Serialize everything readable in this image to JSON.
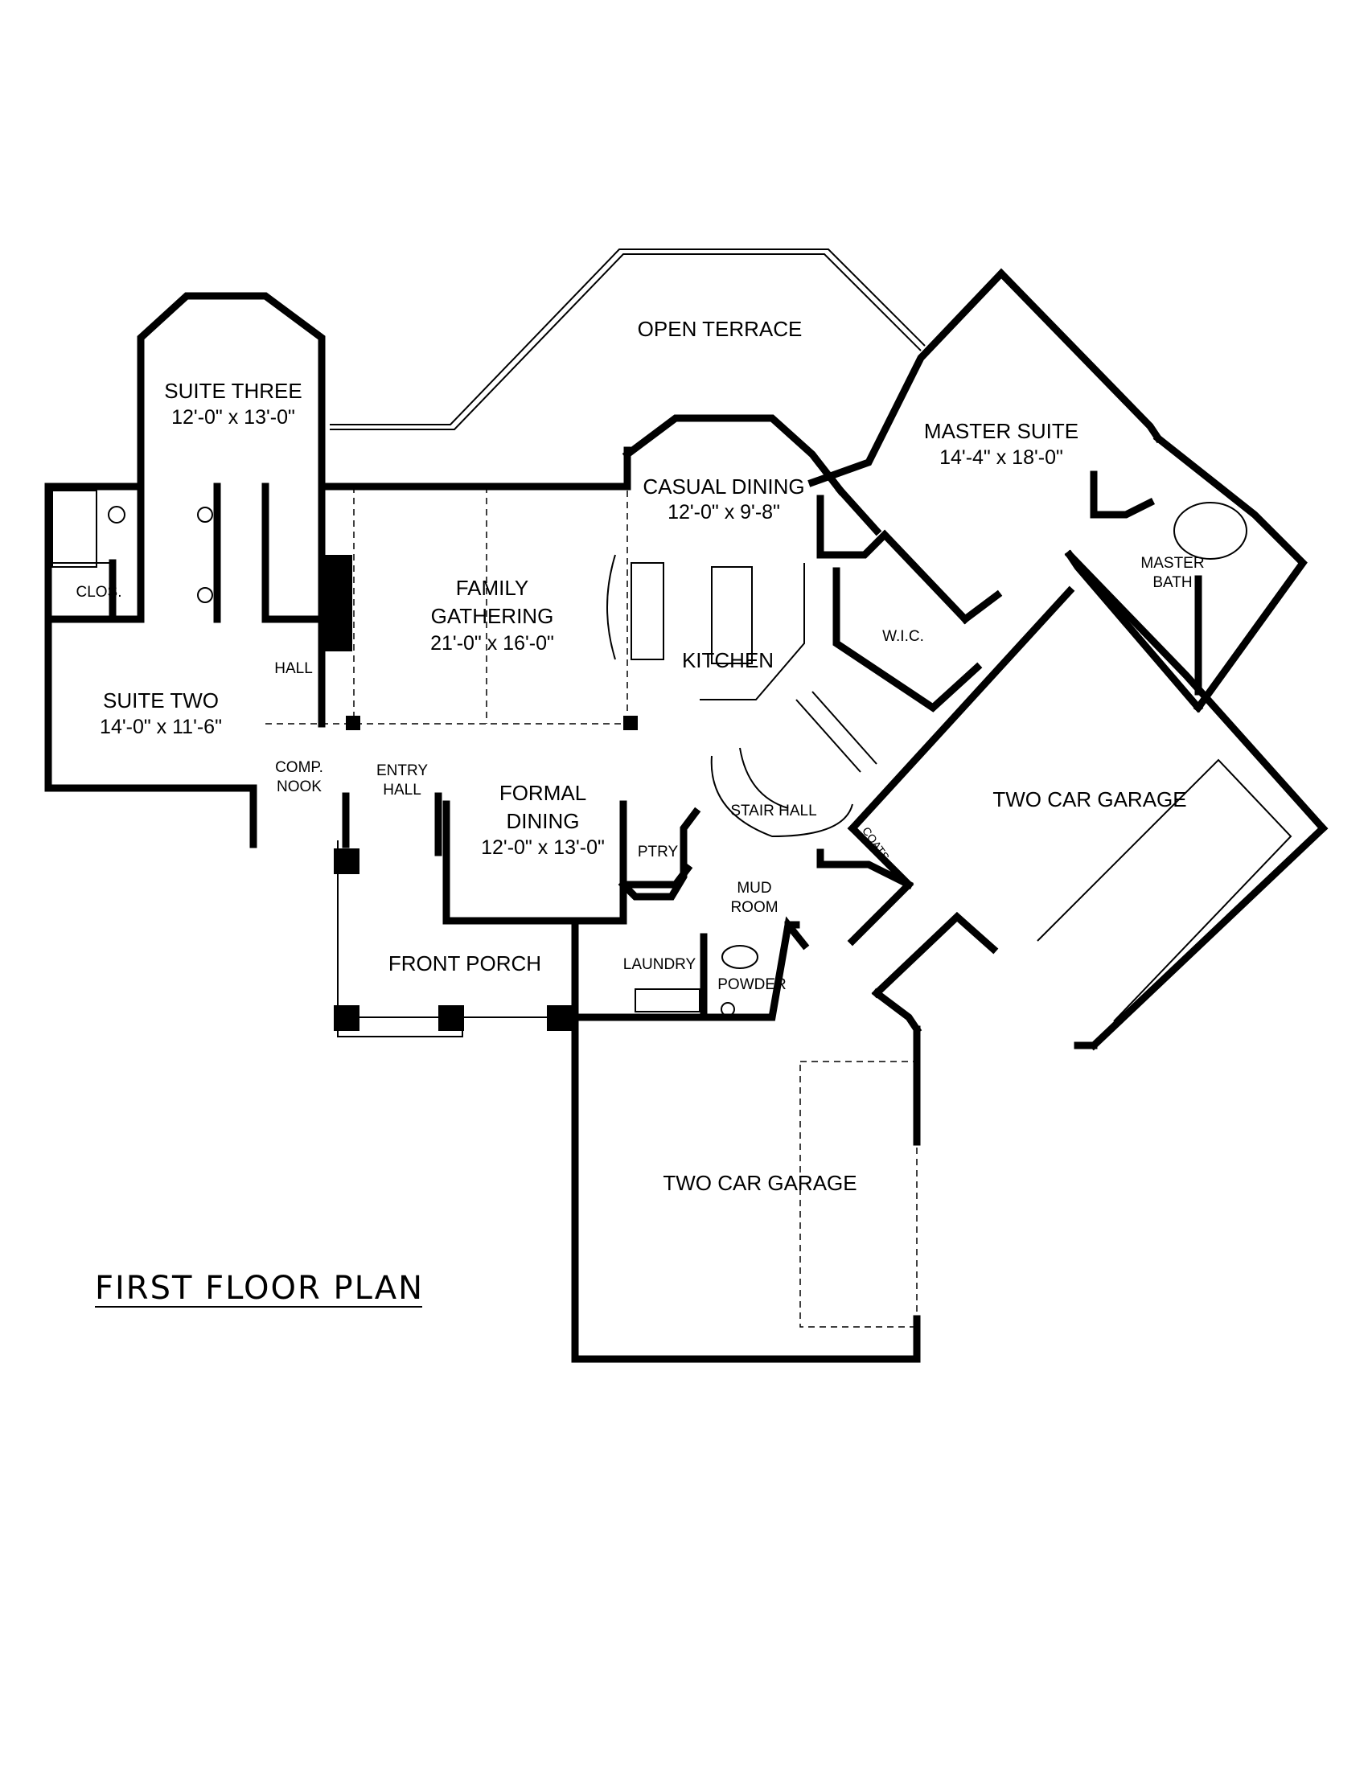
{
  "title": "FIRST FLOOR PLAN",
  "rooms": {
    "open_terrace": {
      "name": "OPEN TERRACE"
    },
    "suite_three": {
      "name": "SUITE THREE",
      "dim": "12'-0\" x 13'-0\""
    },
    "family_gathering": {
      "name_line1": "FAMILY",
      "name_line2": "GATHERING",
      "dim": "21'-0\" x 16'-0\""
    },
    "casual_dining": {
      "name": "CASUAL DINING",
      "dim": "12'-0\" x 9'-8\""
    },
    "master_suite": {
      "name": "MASTER SUITE",
      "dim": "14'-4\" x 18'-0\""
    },
    "master_bath": {
      "name_line1": "MASTER",
      "name_line2": "BATH"
    },
    "closet": {
      "name": "CLOS."
    },
    "hall": {
      "name": "HALL"
    },
    "kitchen": {
      "name": "KITCHEN"
    },
    "wic": {
      "name": "W.I.C."
    },
    "suite_two": {
      "name": "SUITE TWO",
      "dim": "14'-0\" x 11'-6\""
    },
    "comp_nook": {
      "name_line1": "COMP.",
      "name_line2": "NOOK"
    },
    "entry_hall": {
      "name_line1": "ENTRY",
      "name_line2": "HALL"
    },
    "formal_dining": {
      "name_line1": "FORMAL",
      "name_line2": "DINING",
      "dim": "12'-0\" x 13'-0\""
    },
    "stair_hall": {
      "name": "STAIR HALL"
    },
    "coats": {
      "name": "COATS"
    },
    "pantry": {
      "name": "PTRY"
    },
    "mud_room": {
      "name_line1": "MUD",
      "name_line2": "ROOM"
    },
    "two_car_garage_right": {
      "name": "TWO CAR GARAGE"
    },
    "laundry": {
      "name": "LAUNDRY"
    },
    "powder": {
      "name": "POWDER"
    },
    "front_porch": {
      "name": "FRONT PORCH"
    },
    "two_car_garage_bottom": {
      "name": "TWO CAR GARAGE"
    }
  }
}
